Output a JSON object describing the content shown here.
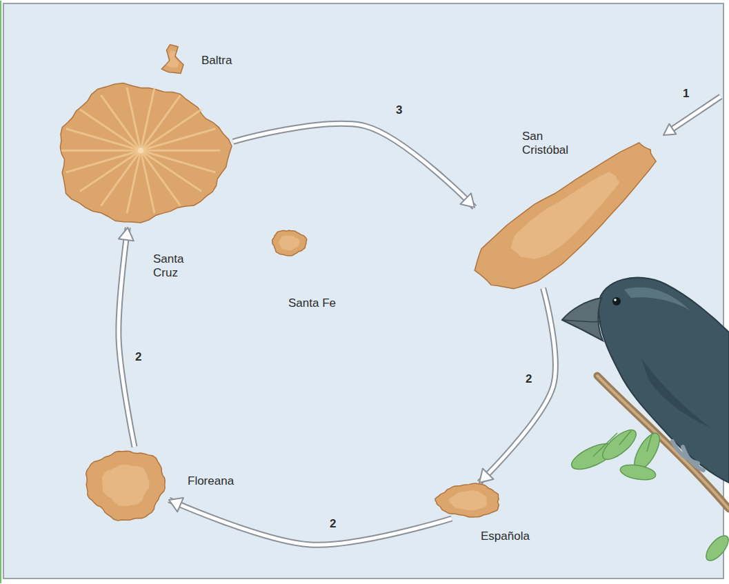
{
  "diagram": {
    "nodes": [
      {
        "text": [
          "Baltra"
        ]
      },
      {
        "text": [
          "Santa Cruz"
        ]
      },
      {
        "text": [
          "Santa Fe"
        ]
      },
      {
        "text": [
          "San Cristóbal"
        ]
      },
      {
        "text": [
          "Floreana"
        ]
      },
      {
        "text": [
          "Española"
        ]
      }
    ],
    "edges": [
      {
        "from": 1,
        "to": 3,
        "arrow": "to",
        "label": "3"
      },
      {
        "from": 3,
        "to": 5,
        "arrow": "to",
        "label": "2"
      },
      {
        "from": 5,
        "to": 4,
        "arrow": "to",
        "label": "2"
      },
      {
        "from": 4,
        "to": 1,
        "arrow": "to",
        "label": "2"
      }
    ],
    "labels": [
      "1"
    ]
  }
}
